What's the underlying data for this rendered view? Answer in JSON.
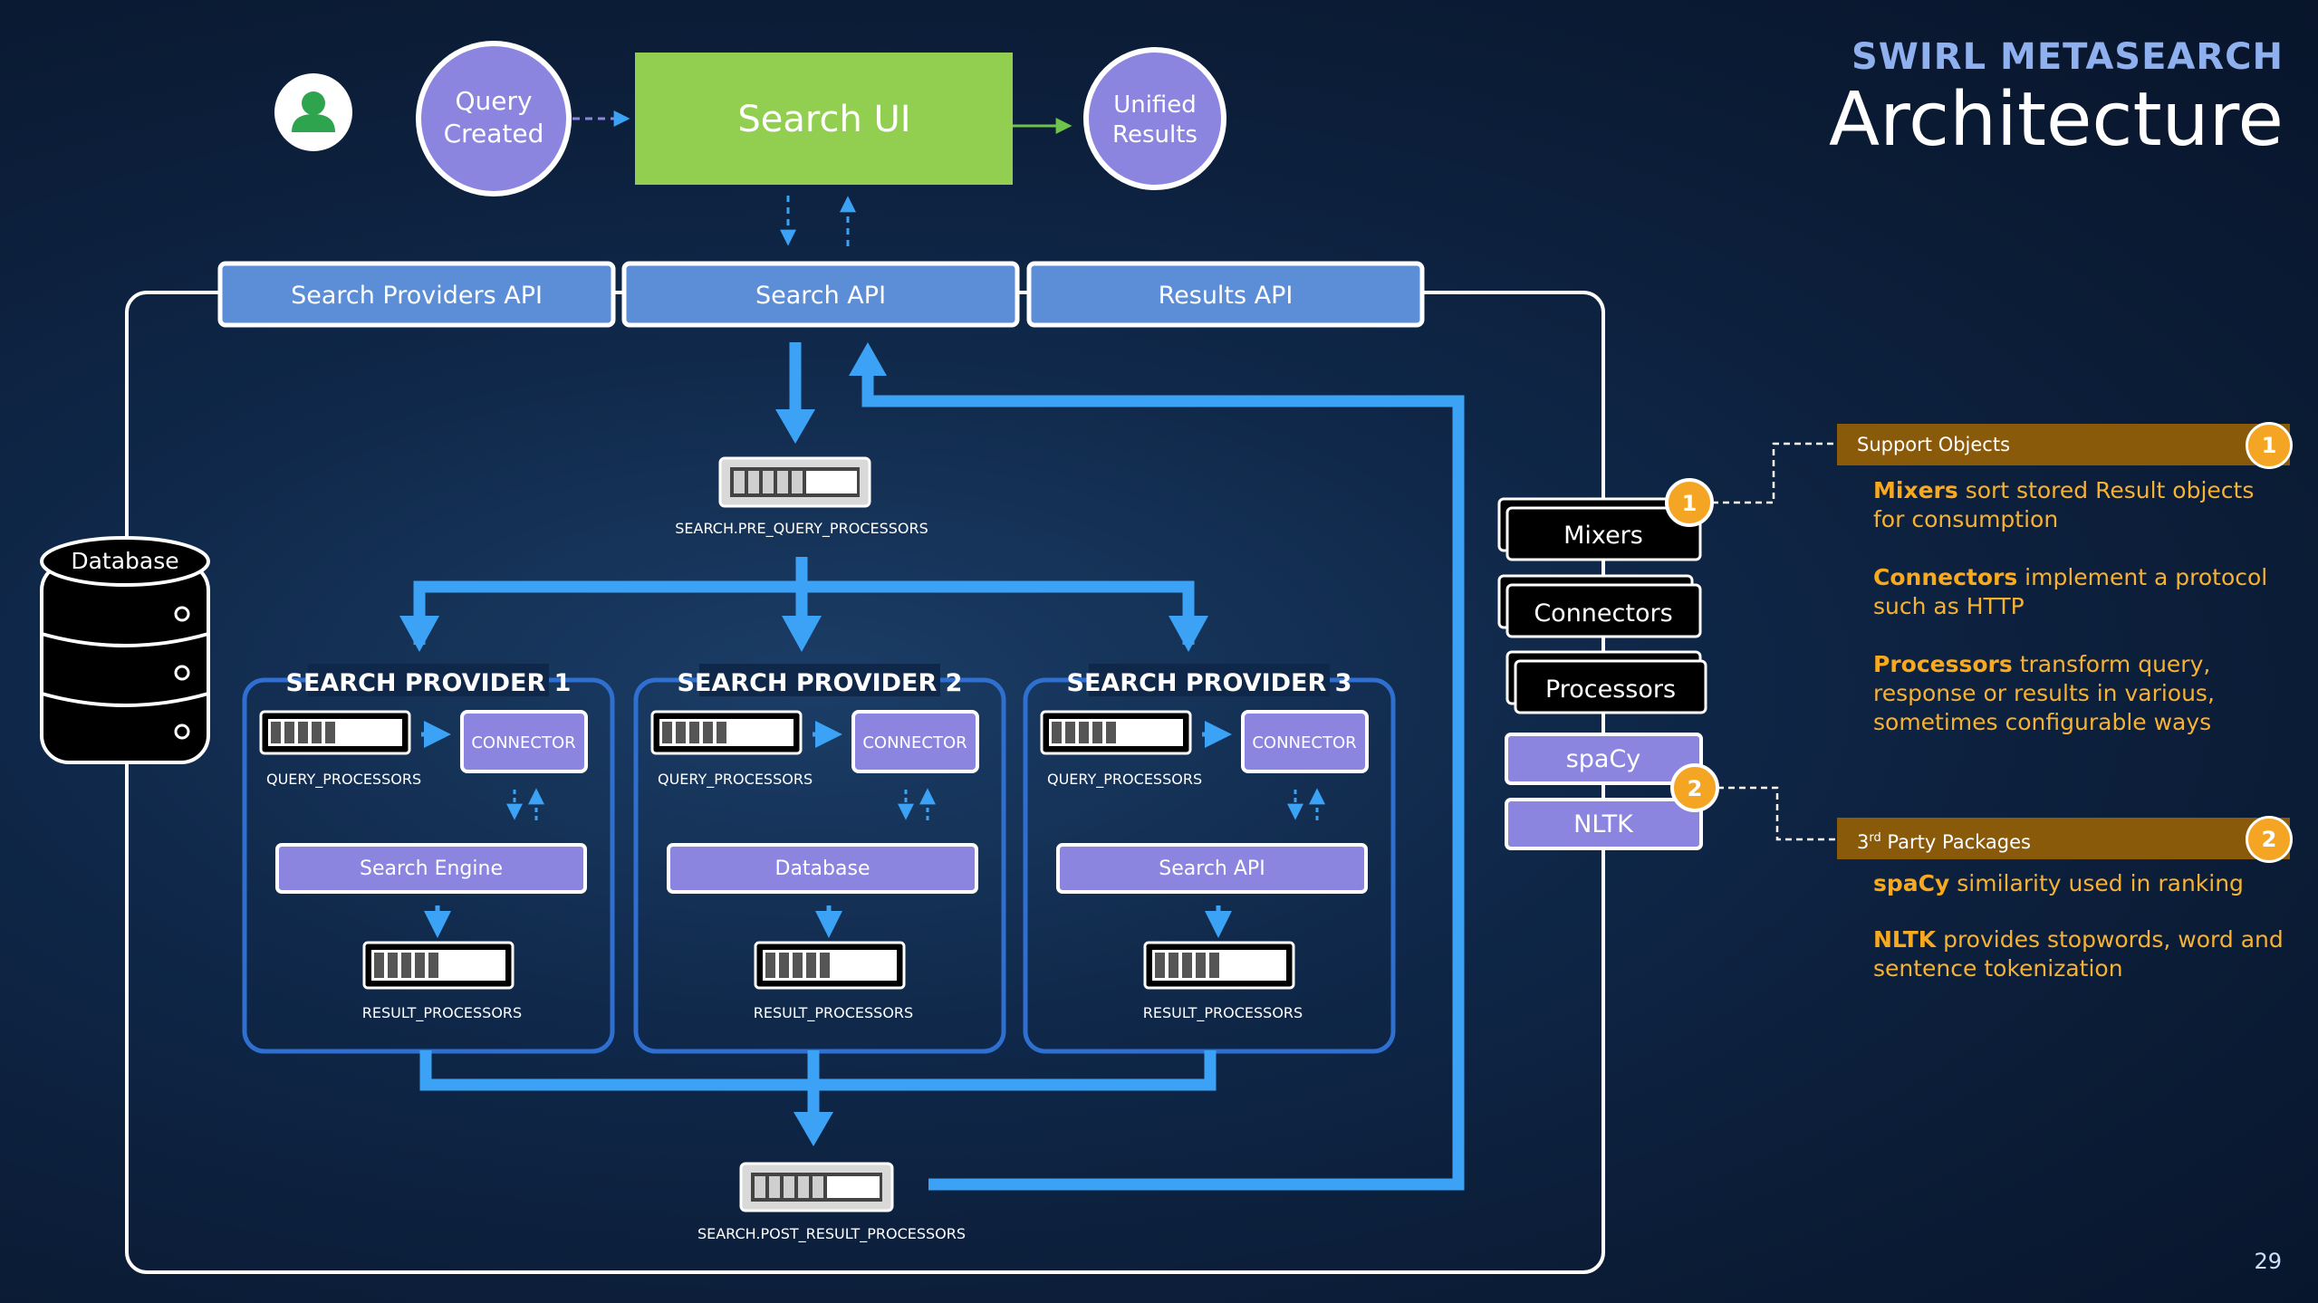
{
  "slide": {
    "kicker": "SWIRL METASEARCH",
    "title": "Architecture",
    "page_number": "29"
  },
  "flow": {
    "user_icon": "user-icon",
    "query_created": [
      "Query",
      "Created"
    ],
    "search_ui": "Search UI",
    "unified_results": [
      "Unified",
      "Results"
    ]
  },
  "apis": {
    "search_providers_api": "Search Providers API",
    "search_api": "Search API",
    "results_api": "Results API"
  },
  "database": {
    "label": "Database",
    "icon": "database-icon"
  },
  "pre_query": "SEARCH.PRE_QUERY_PROCESSORS",
  "post_result": "SEARCH.POST_RESULT_PROCESSORS",
  "providers": [
    {
      "title": "SEARCH PROVIDER 1",
      "query_label": "QUERY_PROCESSORS",
      "connector": "CONNECTOR",
      "engine": "Search Engine",
      "result_label": "RESULT_PROCESSORS"
    },
    {
      "title": "SEARCH PROVIDER 2",
      "query_label": "QUERY_PROCESSORS",
      "connector": "CONNECTOR",
      "engine": "Database",
      "result_label": "RESULT_PROCESSORS"
    },
    {
      "title": "SEARCH PROVIDER 3",
      "query_label": "QUERY_PROCESSORS",
      "connector": "CONNECTOR",
      "engine": "Search API",
      "result_label": "RESULT_PROCESSORS"
    }
  ],
  "support_objects": [
    "Mixers",
    "Connectors",
    "Processors"
  ],
  "packages": [
    "spaCy",
    "NLTK"
  ],
  "badges": [
    "1",
    "2"
  ],
  "legend": {
    "support_header": "Support Objects",
    "support_badge": "1",
    "mixers_bold": "Mixers",
    "mixers_text": " sort stored Result objects for consumption",
    "connectors_bold": "Connectors",
    "connectors_text": " implement a protocol such as HTTP",
    "processors_bold": "Processors",
    "processors_text": " transform query, response or results in various, sometimes configurable ways",
    "packages_header_pre": "3",
    "packages_header_sup": "rd",
    "packages_header_post": " Party Packages",
    "packages_badge": "2",
    "spacy_bold": "spaCy",
    "spacy_text": " similarity used in ranking",
    "nltk_bold": "NLTK",
    "nltk_text": " provides stopwords, word and sentence tokenization"
  },
  "colors": {
    "background": "#0b1c36",
    "panel_blue": "#5b8ed6",
    "purple": "#8b85e0",
    "search_ui_green": "#92cf50",
    "flow_blue": "#3ba2f5",
    "legend_bar": "#8a5a0b",
    "legend_text": "#f7b233",
    "badge": "#f5a524",
    "kicker": "#8fb0ef"
  }
}
